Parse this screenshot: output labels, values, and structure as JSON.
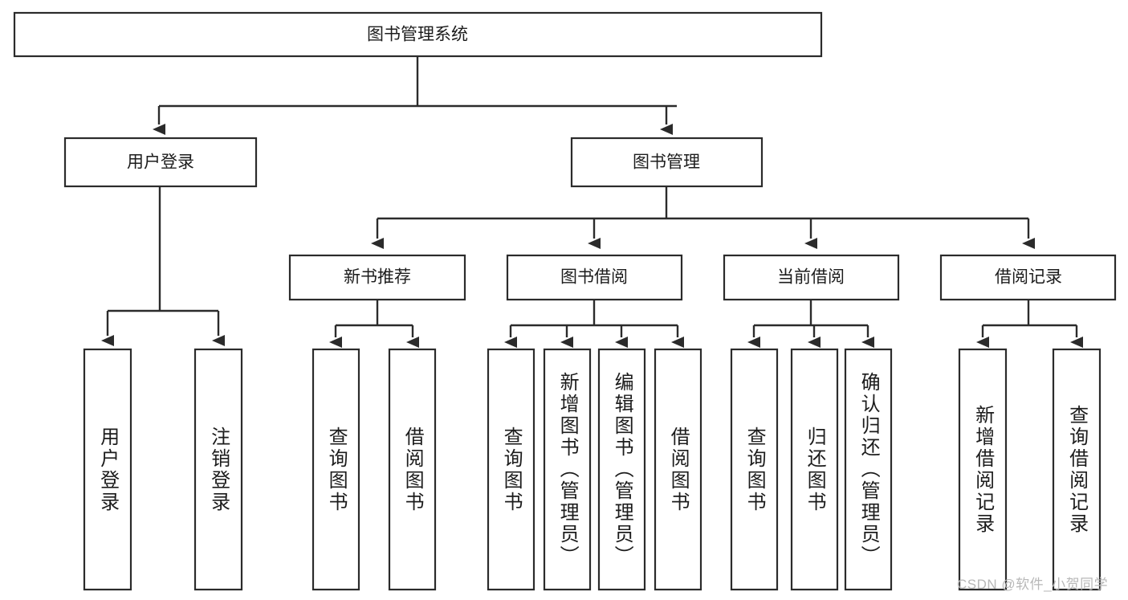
{
  "diagram": {
    "type": "tree-hierarchy",
    "title": "图书管理系统",
    "orientation": "top-down",
    "colors": {
      "box_stroke": "#2b2b2b",
      "box_fill": "#ffffff",
      "edge": "#2b2b2b",
      "text": "#1c1c1c",
      "watermark": "#b8b8b8",
      "background": "#ffffff"
    },
    "root": {
      "label": "图书管理系统",
      "orientation": "horizontal"
    },
    "level2": [
      {
        "label": "用户登录",
        "orientation": "horizontal"
      },
      {
        "label": "图书管理",
        "orientation": "horizontal"
      }
    ],
    "level3": [
      {
        "label": "新书推荐",
        "orientation": "horizontal"
      },
      {
        "label": "图书借阅",
        "orientation": "horizontal"
      },
      {
        "label": "当前借阅",
        "orientation": "horizontal"
      },
      {
        "label": "借阅记录",
        "orientation": "horizontal"
      }
    ],
    "leaves": [
      {
        "label": "用户登录",
        "parent": "用户登录",
        "orientation": "vertical"
      },
      {
        "label": "注销登录",
        "parent": "用户登录",
        "orientation": "vertical"
      },
      {
        "label": "查询图书",
        "parent": "新书推荐",
        "orientation": "vertical"
      },
      {
        "label": "借阅图书",
        "parent": "新书推荐",
        "orientation": "vertical"
      },
      {
        "label": "查询图书",
        "parent": "图书借阅",
        "orientation": "vertical"
      },
      {
        "label": "新增图书（管理员）",
        "parent": "图书借阅",
        "orientation": "vertical"
      },
      {
        "label": "编辑图书（管理员）",
        "parent": "图书借阅",
        "orientation": "vertical"
      },
      {
        "label": "借阅图书",
        "parent": "图书借阅",
        "orientation": "vertical"
      },
      {
        "label": "查询图书",
        "parent": "当前借阅",
        "orientation": "vertical"
      },
      {
        "label": "归还图书",
        "parent": "当前借阅",
        "orientation": "vertical"
      },
      {
        "label": "确认归还（管理员）",
        "parent": "当前借阅",
        "orientation": "vertical"
      },
      {
        "label": "新增借阅记录",
        "parent": "借阅记录",
        "orientation": "vertical"
      },
      {
        "label": "查询借阅记录",
        "parent": "借阅记录",
        "orientation": "vertical"
      }
    ]
  },
  "watermark": {
    "text": "CSDN @软件_小贺同学"
  }
}
